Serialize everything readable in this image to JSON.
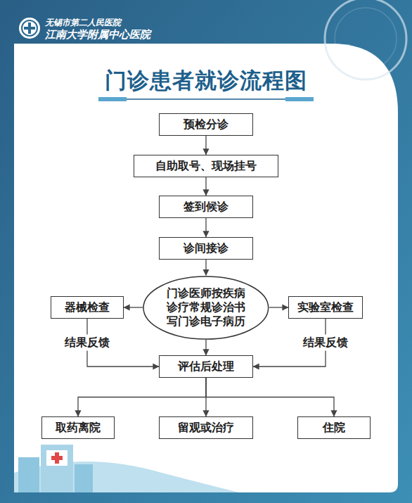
{
  "diagram": {
    "title": "门诊患者就诊流程图",
    "nodes": [
      {
        "text": [
          "预检分诊"
        ]
      },
      {
        "text": [
          "自助取号、现场挂号"
        ]
      },
      {
        "text": [
          "签到候诊"
        ]
      },
      {
        "text": [
          "诊间接诊"
        ]
      },
      {
        "text": [
          "门诊医师按疾病 诊疗常规诊治书 写门诊电子病历"
        ]
      },
      {
        "text": [
          "器械检查"
        ]
      },
      {
        "text": [
          "实验室检查"
        ]
      },
      {
        "text": [
          "评估后处理"
        ]
      },
      {
        "text": [
          "取药离院"
        ]
      },
      {
        "text": [
          "留观或治疗"
        ]
      },
      {
        "text": [
          "住院"
        ]
      }
    ],
    "edges": [
      {
        "from": 0,
        "to": 1,
        "arrow": "to"
      },
      {
        "from": 1,
        "to": 2,
        "arrow": "to"
      },
      {
        "from": 2,
        "to": 3,
        "arrow": "to"
      },
      {
        "from": 3,
        "to": 4,
        "arrow": "to"
      },
      {
        "from": 4,
        "to": 5,
        "arrow": "to"
      },
      {
        "from": 4,
        "to": 6,
        "arrow": "to"
      },
      {
        "from": 4,
        "to": 7,
        "arrow": "to"
      },
      {
        "from": 5,
        "to": 7,
        "label": "结果反馈",
        "arrow": "to"
      },
      {
        "from": 6,
        "to": 7,
        "label": "结果反馈",
        "arrow": "to"
      },
      {
        "from": 7,
        "to": 8,
        "arrow": "to"
      },
      {
        "from": 7,
        "to": 9,
        "arrow": "to"
      },
      {
        "from": 7,
        "to": 10,
        "arrow": "to"
      }
    ],
    "labels": [
      "无锡市第二人民医院",
      "江南大学附属中心医院"
    ]
  }
}
